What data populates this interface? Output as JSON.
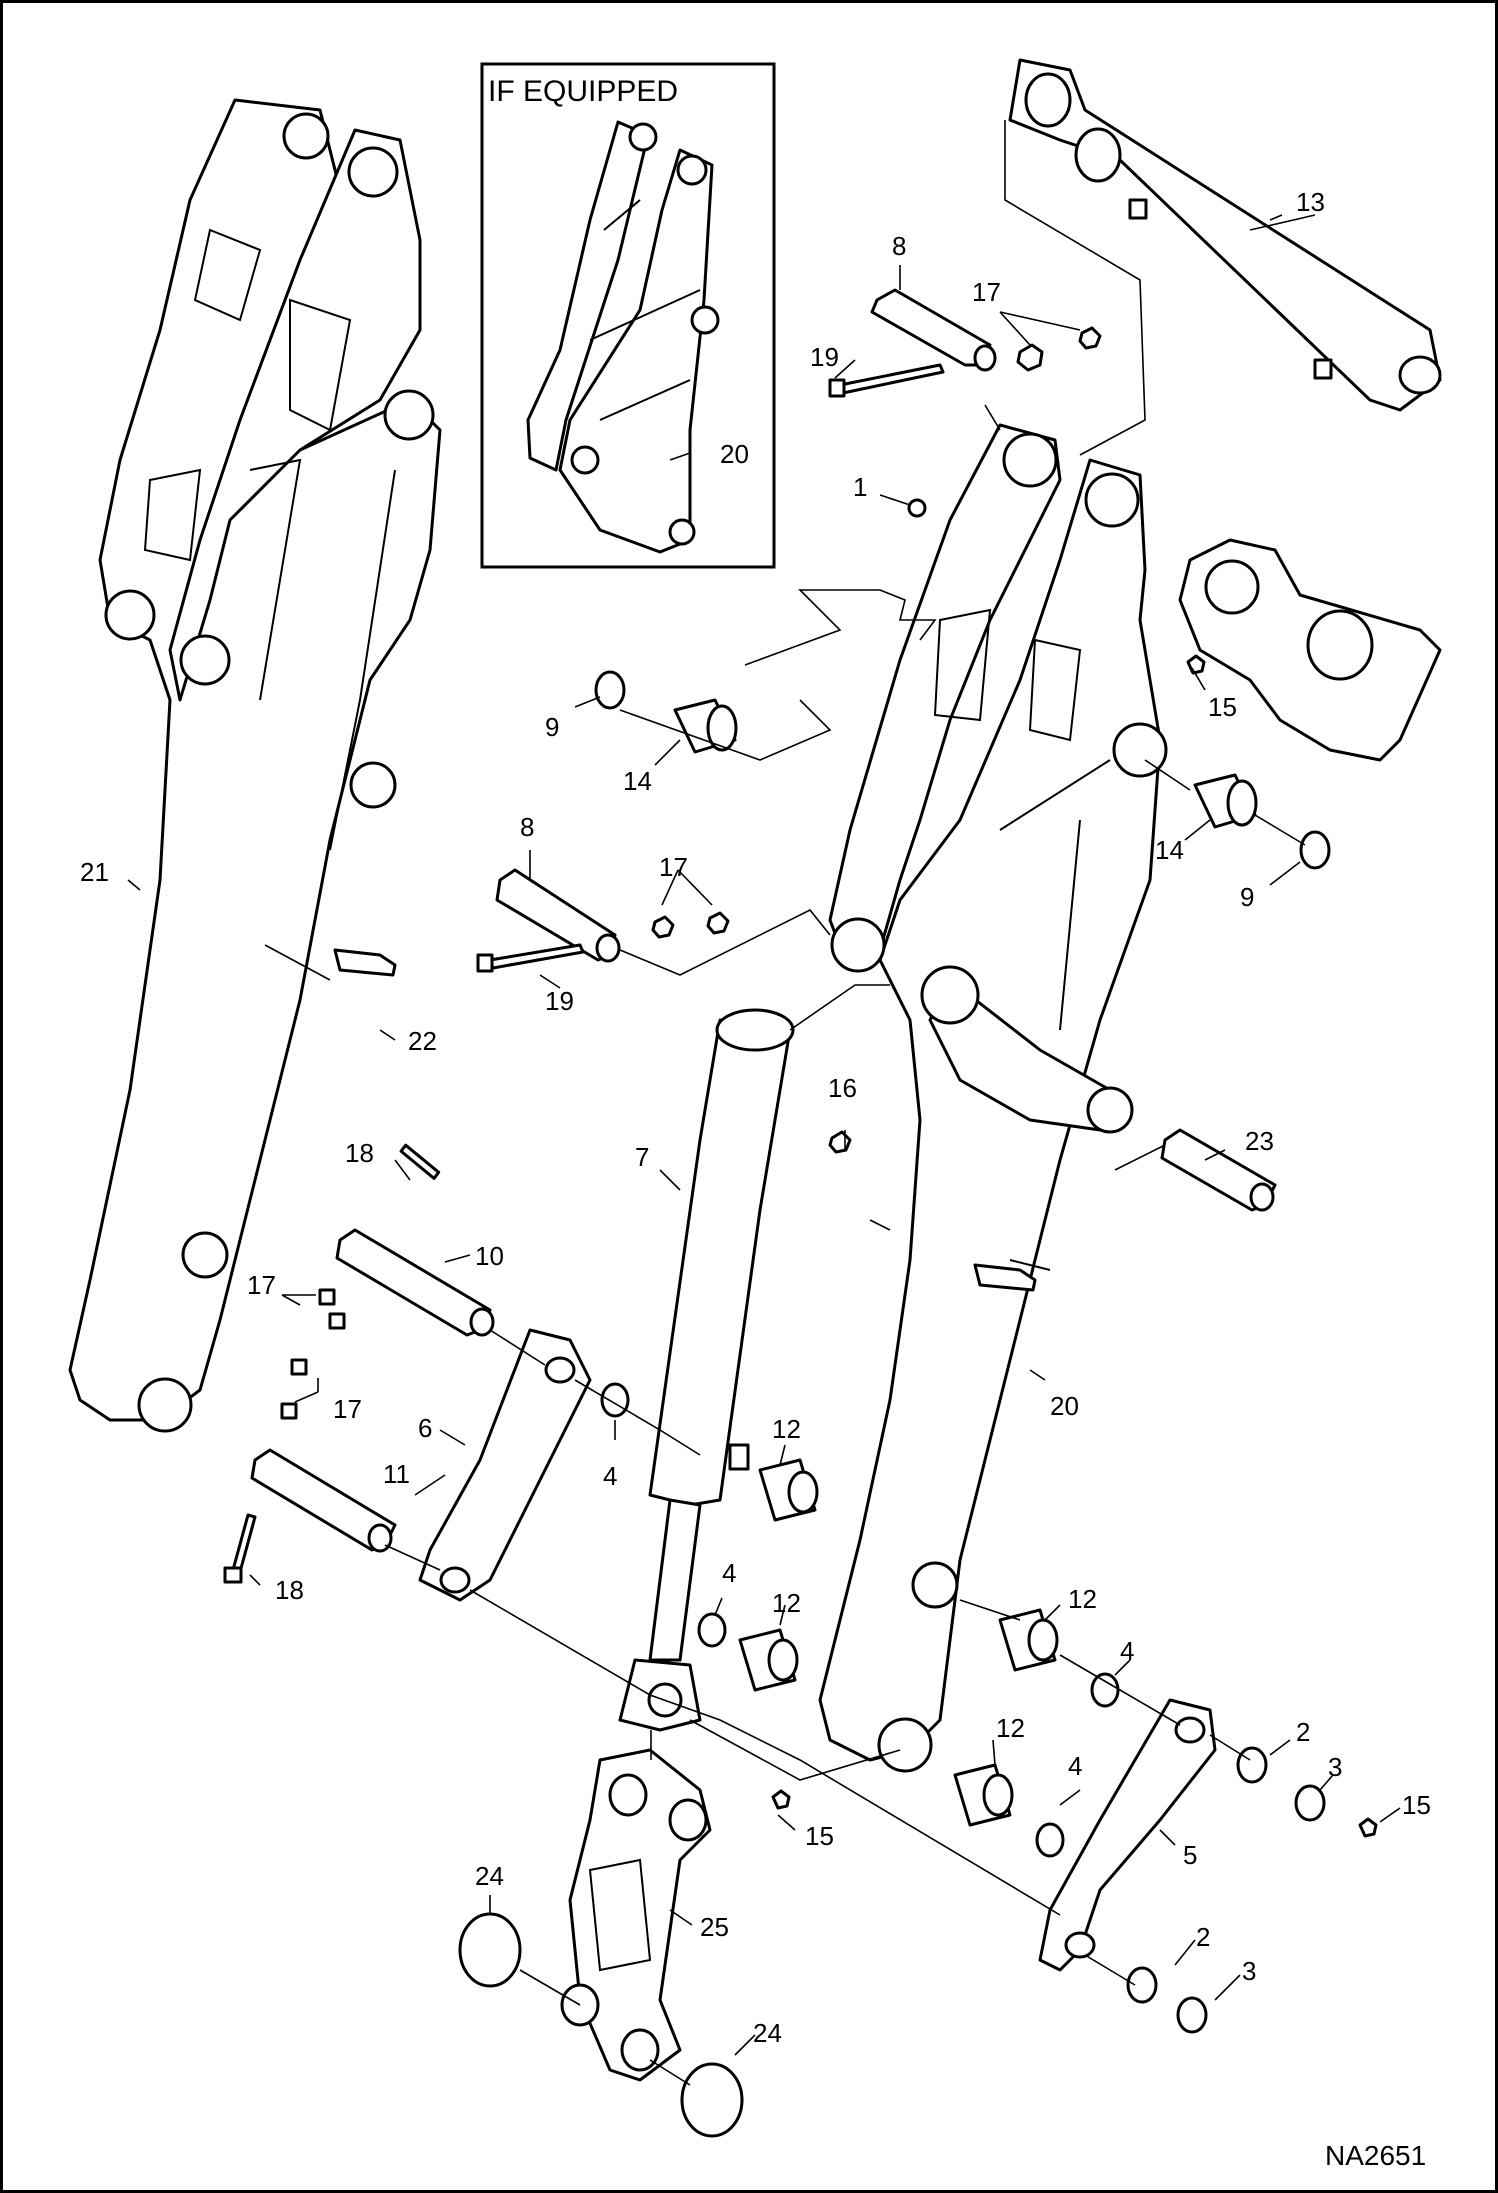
{
  "inset": {
    "title": "IF EQUIPPED"
  },
  "drawing_code": "NA2651",
  "labels": {
    "p1": "1",
    "p2a": "2",
    "p2b": "2",
    "p3a": "3",
    "p3b": "3",
    "p4a": "4",
    "p4b": "4",
    "p4c": "4",
    "p4d": "4",
    "p5": "5",
    "p6": "6",
    "p7": "7",
    "p8a": "8",
    "p8b": "8",
    "p9a": "9",
    "p9b": "9",
    "p10": "10",
    "p11": "11",
    "p12a": "12",
    "p12b": "12",
    "p12c": "12",
    "p12d": "12",
    "p13": "13",
    "p14a": "14",
    "p14b": "14",
    "p15a": "15",
    "p15b": "15",
    "p15c": "15",
    "p16": "16",
    "p17a": "17",
    "p17b": "17",
    "p17c": "17",
    "p17d": "17",
    "p18a": "18",
    "p18b": "18",
    "p19a": "19",
    "p19b": "19",
    "p20a": "20",
    "p20b": "20",
    "p21": "21",
    "p22": "22",
    "p23": "23",
    "p24a": "24",
    "p24b": "24",
    "p25": "25"
  }
}
